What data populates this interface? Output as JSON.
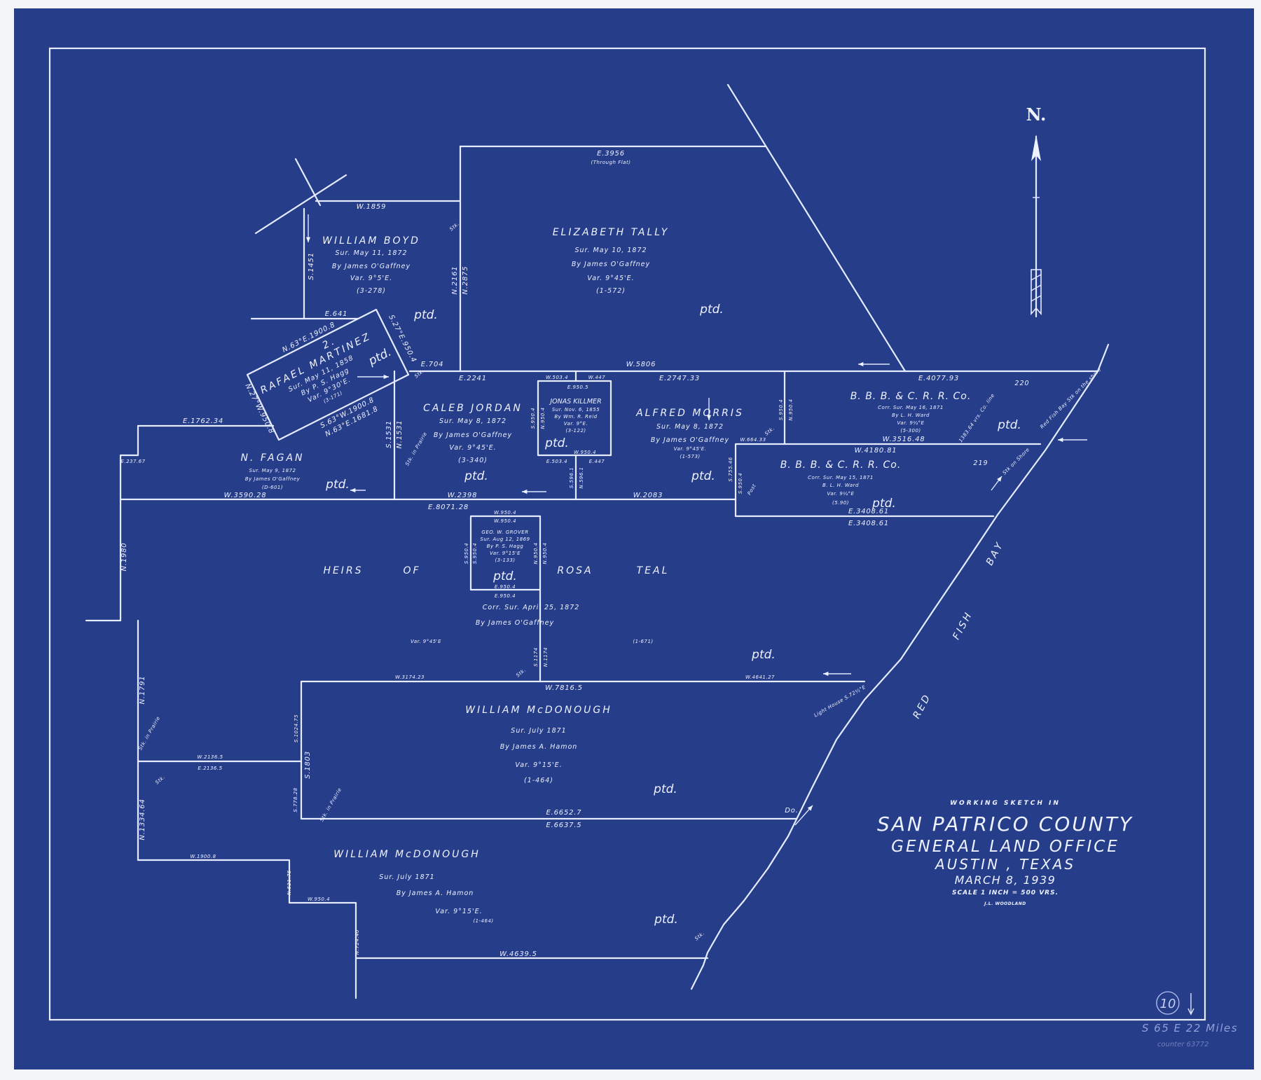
{
  "colors": {
    "paper": "#263d8a",
    "ink": "#eef2ff",
    "margin_pencil": "#8fa0d8"
  },
  "north_label": "N.",
  "sheet_number": "10",
  "margin_note": "S 65 E 22 Miles",
  "counter_note": "counter 63772",
  "title_block": {
    "heading": "WORKING SKETCH IN",
    "county": "SAN PATRICO COUNTY",
    "office": "GENERAL LAND OFFICE",
    "city": "AUSTIN , TEXAS",
    "date": "MARCH 8, 1939",
    "scale": "SCALE 1 INCH = 500 VRS.",
    "draftsman": "J.L. WOODLAND"
  },
  "water_label": [
    "RED",
    "FISH",
    "BAY"
  ],
  "surveys": [
    {
      "name": "ELIZABETH TALLY",
      "lines": [
        "Sur. May 10, 1872",
        "By James O'Gaffney",
        "Var. 9°45'E.",
        "(1-572)"
      ]
    },
    {
      "name": "WILLIAM BOYD",
      "lines": [
        "Sur. May 11, 1872",
        "By James O'Gaffney",
        "Var. 9°5'E.",
        "(3-278)"
      ]
    },
    {
      "name": "RAFAEL MARTINEZ",
      "number": "2.",
      "lines": [
        "Sur. May 11, 1858",
        "By P. S. Hagg",
        "Var. 9°30'E.",
        "(3-171)"
      ]
    },
    {
      "name": "CALEB JORDAN",
      "lines": [
        "Sur. May 8, 1872",
        "By James O'Gaffney",
        "Var. 9°45'E.",
        "(3-340)"
      ]
    },
    {
      "name": "JONAS KILLMER",
      "lines": [
        "Sur. Nov. 6, 1855",
        "By Wm. R. Reid",
        "Var. 9°E.",
        "(3-122)"
      ]
    },
    {
      "name": "ALFRED MORRIS",
      "lines": [
        "Sur. May 8, 1872",
        "By James O'Gaffney",
        "Var. 9°45'E.",
        "(1-573)"
      ]
    },
    {
      "name": "B. B. B. & C. R. R. Co.",
      "tract": "220",
      "lines": [
        "Corr. Sur. May 16, 1871",
        "By L. H. Ward",
        "Var. 9¼°E",
        "(5-300)"
      ]
    },
    {
      "name": "B. B. B. & C. R. R. Co.",
      "tract": "219",
      "lines": [
        "Corr. Sur. May 15, 1871",
        "B. L. H. Ward",
        "Var. 9¼°E",
        "(5.90)"
      ]
    },
    {
      "name": "N. FAGAN",
      "lines": [
        "Sur. May 9, 1872",
        "By James O'Gaffney",
        "(D-601)"
      ]
    },
    {
      "name_words": [
        "HEIRS",
        "OF",
        "ROSA",
        "TEAL"
      ],
      "lines": [
        "Corr. Sur. April 25, 1872",
        "By James O'Gaffney",
        "Var. 9°45'E",
        "(1-671)"
      ]
    },
    {
      "name": "GEO. W. GROVER",
      "lines": [
        "Sur. Aug 12, 1869",
        "By P. S. Hagg",
        "Var. 9°15'E",
        "(3-133)"
      ]
    },
    {
      "name": "WILLIAM McDONOUGH",
      "lines": [
        "Sur. July 1871",
        "By James A. Hamon",
        "Var. 9°15'E.",
        "(1-464)"
      ]
    },
    {
      "name": "WILLIAM McDONOUGH",
      "lines": [
        "Sur. July 1871",
        "By James A. Hamon",
        "Var. 9°15'E.",
        "(1-464)"
      ]
    }
  ],
  "patented_label": "ptd.",
  "measurements": {
    "tally_e": "E.3956",
    "tally_flat": "(Through Flat)",
    "boyd_w": "W.1859",
    "boyd_s": "S.1451",
    "boyd_e": "E.641",
    "rm_n": "N.63°E.1900.8",
    "rm_s": "S.63°W.1900.8",
    "rm_n2": "N.63°E.1681.8",
    "rm_e": "S.27°E.950.4",
    "rm_w": "N.27°W.950.8",
    "e704": "E.704",
    "e2241": "E.2241",
    "w5806": "W.5806",
    "e2747": "E.2747.33",
    "e4077": "E.4077.93",
    "n2161": "N.2161",
    "n2875": "N.2875",
    "s1531": "S.1531",
    "n1531": "N.1531",
    "e1762": "E.1762.34",
    "e237": "E.237.67",
    "w3590": "W.3590.28",
    "w2398": "W.2398",
    "w2083": "W.2083",
    "e8071": "E.8071.28",
    "k_w503": "W.503.4",
    "k_w447": "W.447",
    "k_e950": "E.950.5",
    "k_s950": "S.950.4",
    "k_n950": "N.950.4",
    "k_w950": "W.950.4",
    "k_e503": "E.503.4",
    "k_e447": "E.447",
    "s596": "S.596.1",
    "n596": "N.596.1",
    "w664": "W.664.33",
    "w3516": "W.3516.48",
    "w4180": "W.4180.81",
    "am_s950": "S.950.4",
    "am_n950": "N.950.4",
    "s755": "S.755.46",
    "s950b": "S.950.4",
    "e3408a": "E.3408.61",
    "e3408b": "E.3408.61",
    "g_w950": "W.950.4",
    "g_e950": "E.950.4",
    "g_s950": "S.950.4",
    "g_n950": "N.950.4",
    "s1174": "S.1174",
    "n1174": "N.1174",
    "n1980": "N.1980",
    "n1791": "N.1791",
    "w3174": "W.3174.23",
    "w7816": "W.7816.5",
    "w4641": "W.4641.27",
    "s1024": "S.1024.75",
    "s1803": "S.1803",
    "s778": "S.778.28",
    "w2136": "W.2136.5",
    "e2136": "E.2136.5",
    "n1334": "N.1334.64",
    "e6652": "E.6652.7",
    "e6637": "E.6637.5",
    "w1900": "W.1900.8",
    "n521": "N.521.75",
    "w950c": "W.950.4",
    "n724": "N.724.40",
    "w4639": "W.4639.5"
  },
  "notes": {
    "stk": "Stk.",
    "post": "Post",
    "do": "Do.",
    "shore": "Stk on Shore",
    "redfish": "Red Fish Bay Stk on the shore",
    "lighthouse": "Light House S.72½°E",
    "coline": "1383.64 vrs. Co. line",
    "prairie": "Stk. in Prairie"
  }
}
